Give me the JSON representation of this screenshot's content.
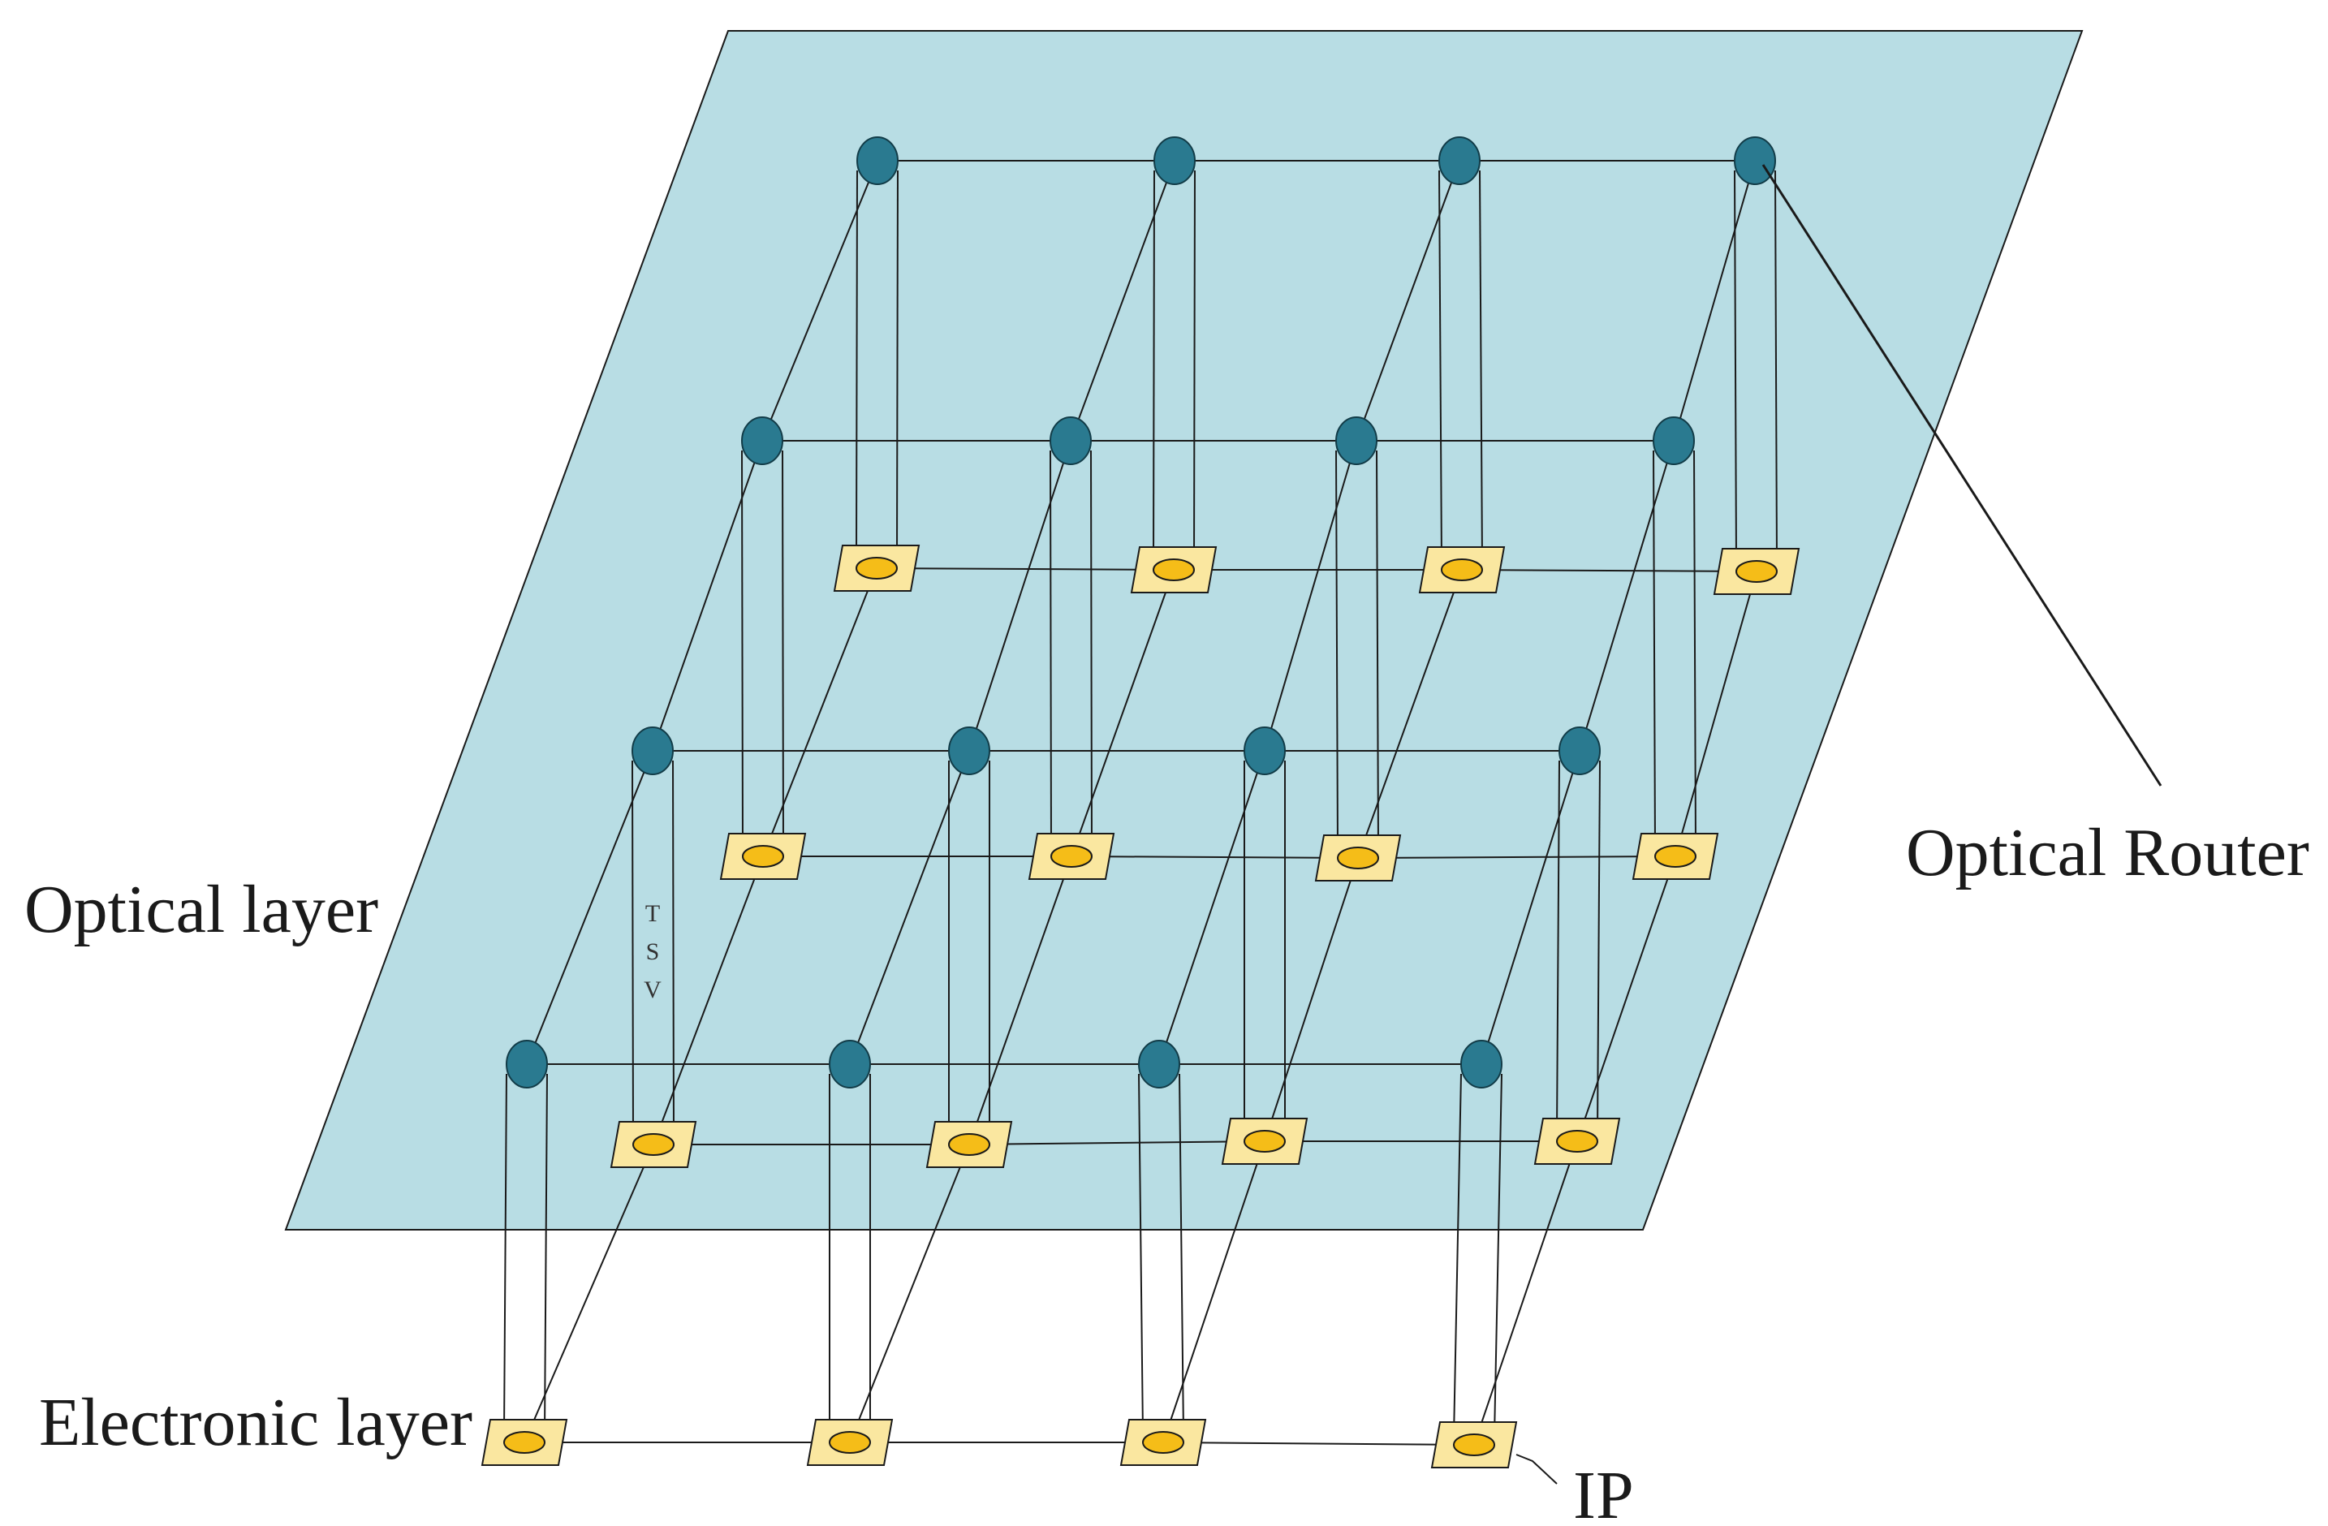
{
  "labels": {
    "optical_layer": "Optical layer",
    "electronic_layer": "Electronic  layer",
    "optical_router": "Optical Router",
    "ip": "IP",
    "tsv": [
      "T",
      "S",
      "V"
    ]
  },
  "grid": {
    "rows": 4,
    "cols": 4
  },
  "colors": {
    "optical_plane": "#b8dde4",
    "optical_router": "#2a7a90",
    "ip_pad": "#fae7a0",
    "ip_core": "#f5bd18",
    "line": "#1a1a1a"
  },
  "icons": {
    "optical_router": "dark-teal-ellipse",
    "ip": "yellow-pad-with-ellipse"
  }
}
